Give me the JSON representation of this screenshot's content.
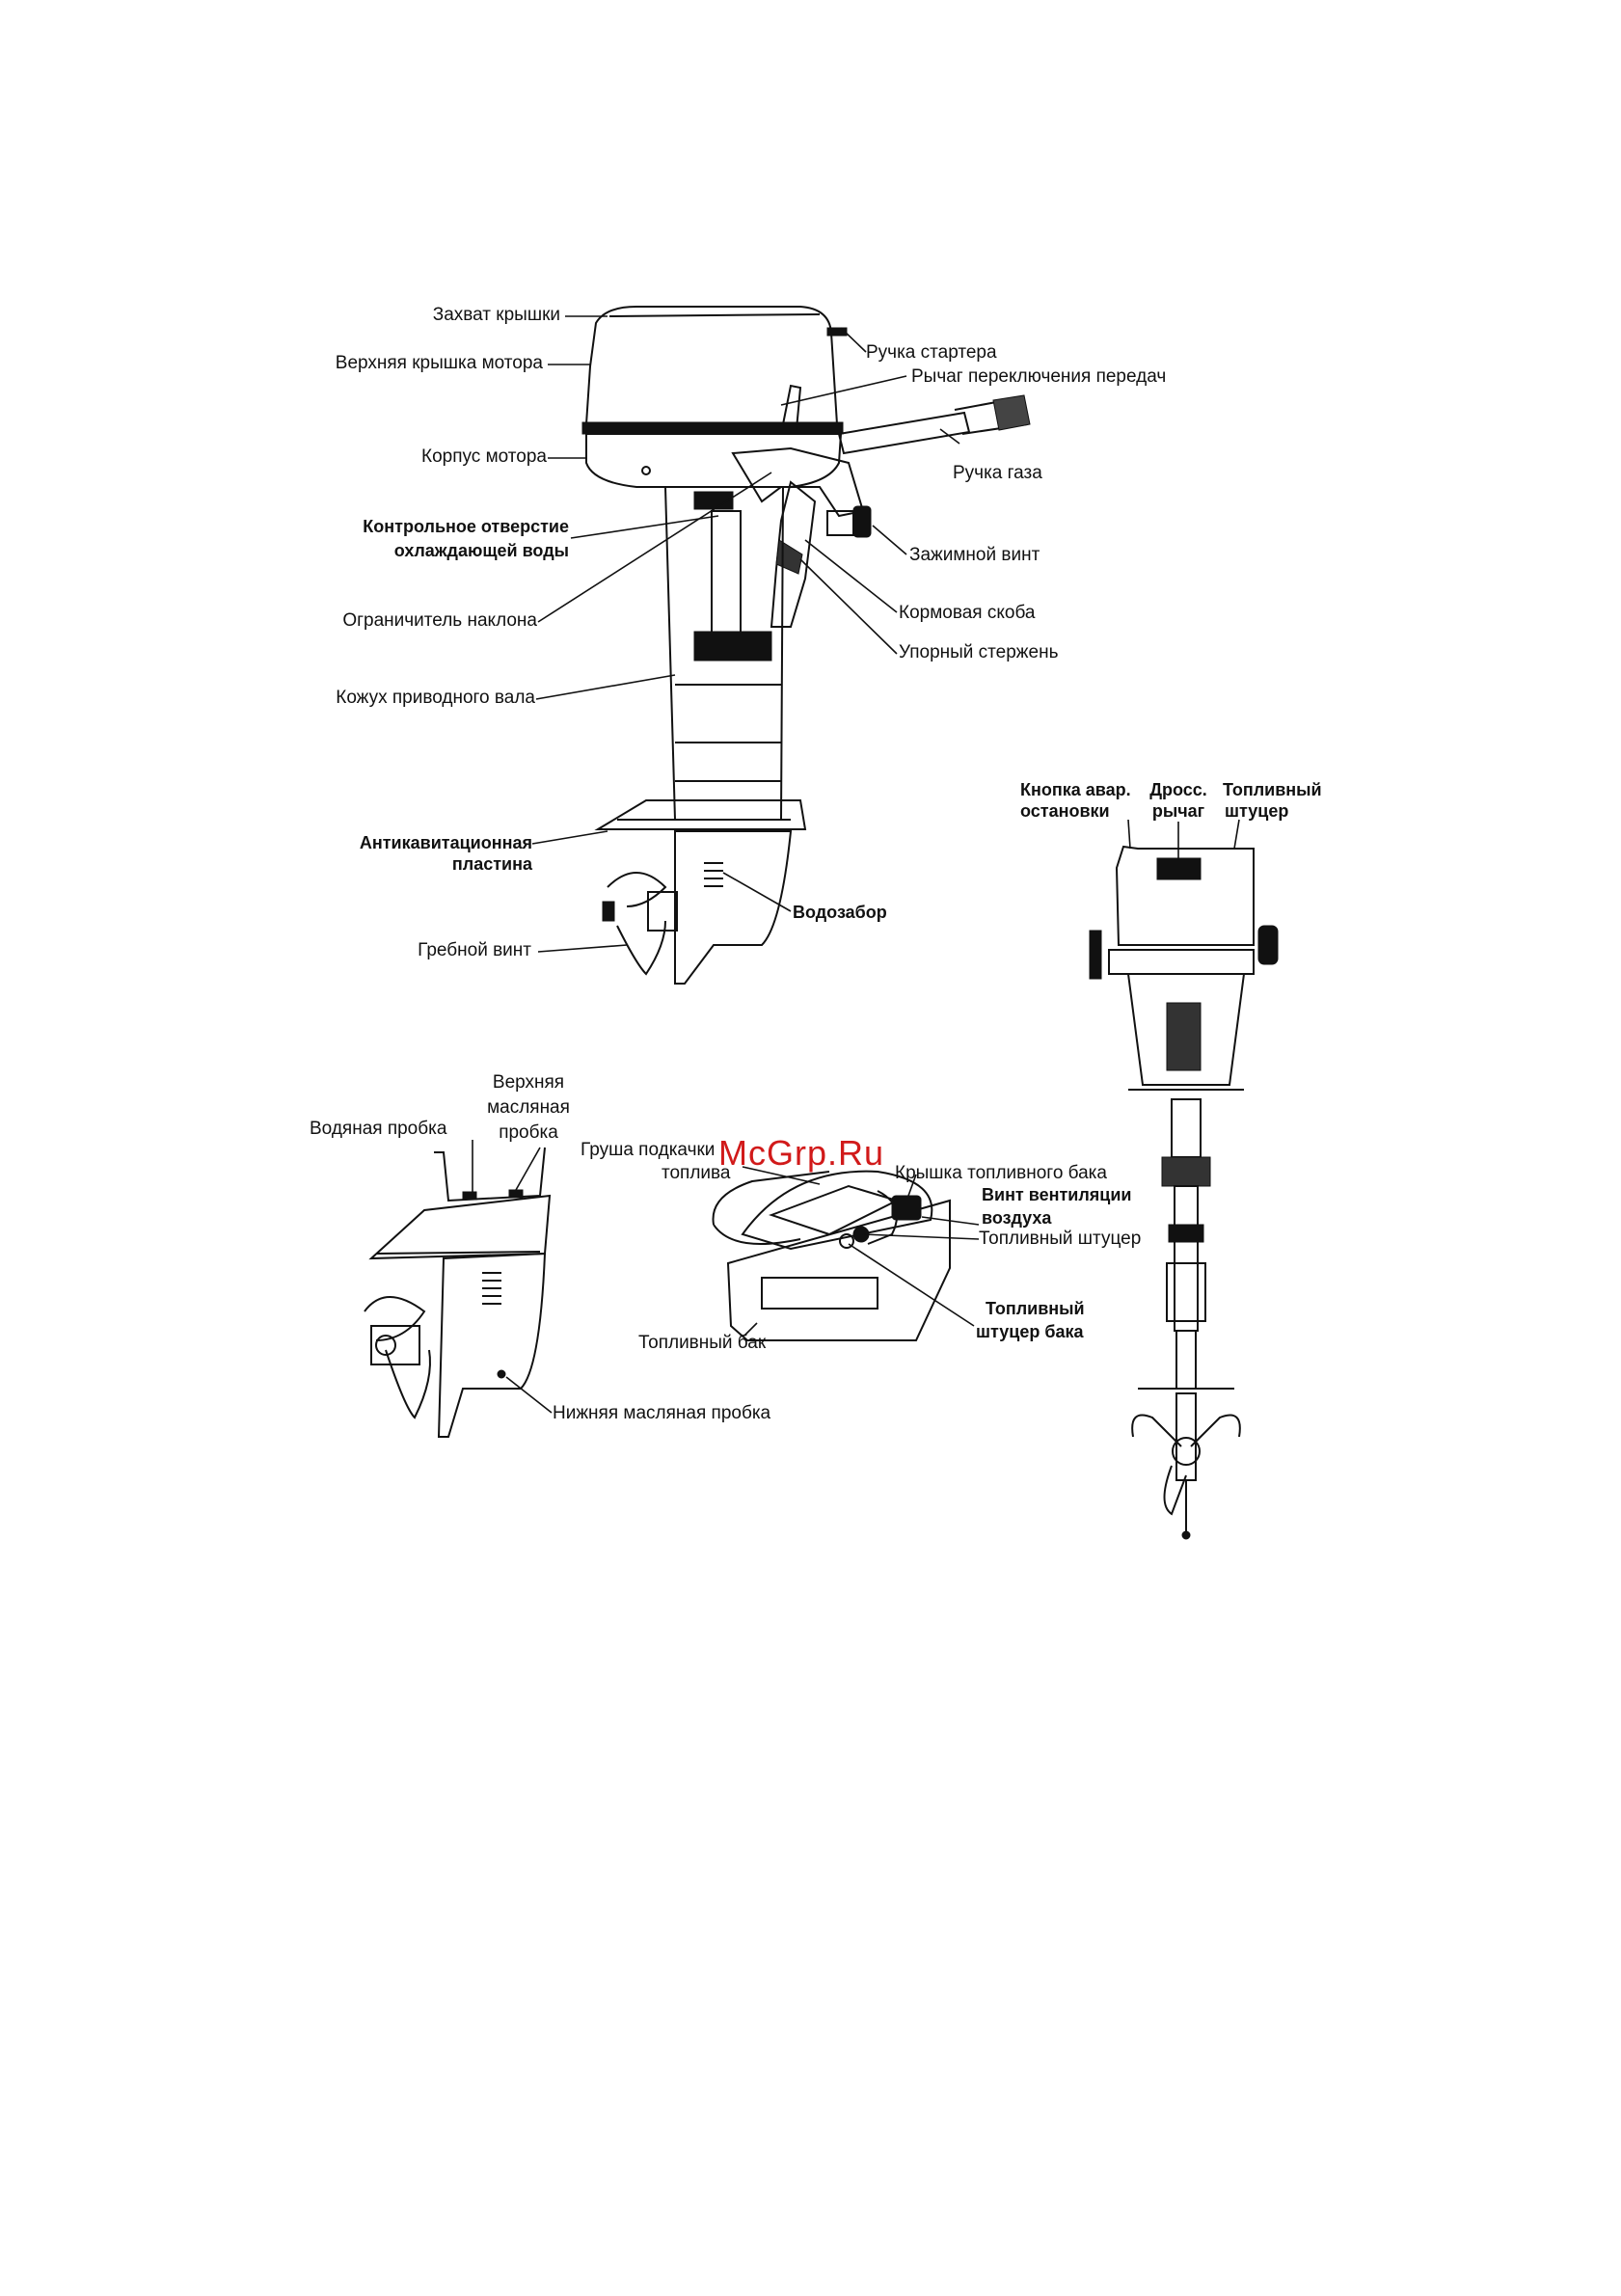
{
  "watermark": "McGrp.Ru",
  "labels": {
    "cover_grip": "Захват крышки",
    "top_cover": "Верхняя крышка мотора",
    "engine_body": "Корпус мотора",
    "cooling_check_hole_1": "Контрольное отверстие",
    "cooling_check_hole_2": "охлаждающей воды",
    "tilt_limiter": "Ограничитель наклона",
    "driveshaft_housing": "Кожух приводного вала",
    "anticavitation_plate_1": "Антикавитационная",
    "anticavitation_plate_2": "пластина",
    "propeller": "Гребной винт",
    "starter_handle": "Ручка стартера",
    "shift_lever": "Рычаг переключения передач",
    "throttle_grip": "Ручка газа",
    "clamp_screw": "Зажимной винт",
    "stern_bracket": "Кормовая скоба",
    "thrust_rod": "Упорный стержень",
    "water_intake": "Водозабор",
    "emergency_stop_1": "Кнопка авар.",
    "emergency_stop_2": "остановки",
    "choke_lever_1": "Дросс.",
    "choke_lever_2": "рычаг",
    "fuel_connector_top_1": "Топливный",
    "fuel_connector_top_2": "штуцер",
    "water_plug": "Водяная пробка",
    "upper_oil_plug_1": "Верхняя",
    "upper_oil_plug_2": "масляная",
    "upper_oil_plug_3": "пробка",
    "lower_oil_plug": "Нижняя масляная пробка",
    "primer_bulb_1": "Груша подкачки",
    "primer_bulb_2": "топлива",
    "fuel_tank_cap": "Крышка топливного бака",
    "air_vent_screw_1": "Винт вентиляции",
    "air_vent_screw_2": "воздуха",
    "fuel_connector": "Топливный штуцер",
    "tank_fuel_connector_1": "Топливный",
    "tank_fuel_connector_2": "штуцер бака",
    "fuel_tank": "Топливный бак"
  }
}
